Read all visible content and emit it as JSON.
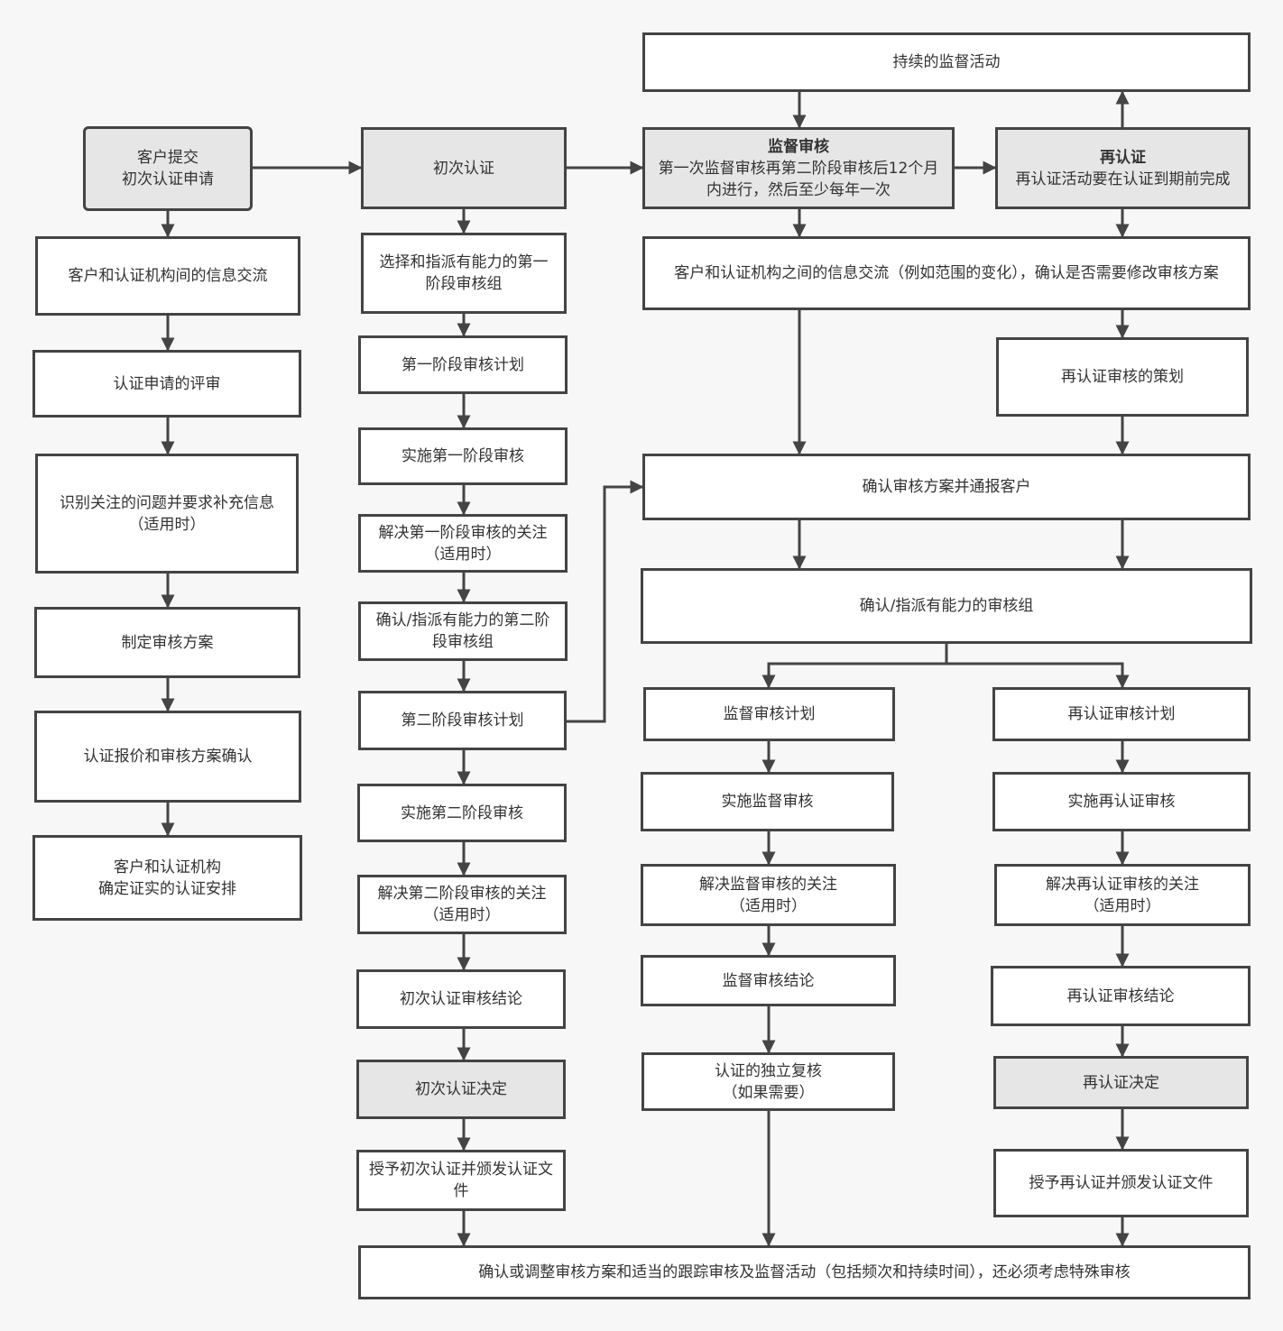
{
  "col1": {
    "n1_line1": "客户提交",
    "n1_line2": "初次认证申请",
    "n2": "客户和认证机构间的信息交流",
    "n3": "认证申请的评审",
    "n4": "识别关注的问题并要求补充信息（适用时）",
    "n5": "制定审核方案",
    "n6": "认证报价和审核方案确认",
    "n7_line1": "客户和认证机构",
    "n7_line2": "确定证实的认证安排"
  },
  "col2": {
    "n1": "初次认证",
    "n2": "选择和指派有能力的第一阶段审核组",
    "n3": "第一阶段审核计划",
    "n4": "实施第一阶段审核",
    "n5": "解决第一阶段审核的关注（适用时）",
    "n6": "确认/指派有能力的第二阶段审核组",
    "n7": "第二阶段审核计划",
    "n8": "实施第二阶段审核",
    "n9": "解决第二阶段审核的关注（适用时）",
    "n10": "初次认证审核结论",
    "n11": "初次认证决定",
    "n12": "授予初次认证并颁发认证文件"
  },
  "top": {
    "continuous": "持续的监督活动",
    "surveillance_title": "监督审核",
    "surveillance_desc": "第一次监督审核再第二阶段审核后12个月内进行，然后至少每年一次",
    "recert_title": "再认证",
    "recert_desc": "再认证活动要在认证到期前完成",
    "info_exchange": "客户和认证机构之间的信息交流（例如范围的变化），确认是否需要修改审核方案",
    "recert_planning": "再认证审核的策划",
    "confirm_program": "确认审核方案并通报客户",
    "confirm_team": "确认/指派有能力的审核组"
  },
  "col3": {
    "n1": "监督审核计划",
    "n2": "实施监督审核",
    "n3_line1": "解决监督审核的关注",
    "n3_line2": "（适用时）",
    "n4": "监督审核结论",
    "n5_line1": "认证的独立复核",
    "n5_line2": "（如果需要）"
  },
  "col4": {
    "n1": "再认证审核计划",
    "n2": "实施再认证审核",
    "n3_line1": "解决再认证审核的关注",
    "n3_line2": "（适用时）",
    "n4": "再认证审核结论",
    "n5": "再认证决定",
    "n6": "授予再认证并颁发认证文件"
  },
  "bottom": "确认或调整审核方案和适当的跟踪审核及监督活动（包括频次和持续时间），还必须考虑特殊审核",
  "colors": {
    "stroke": "#444444",
    "highlight": "#e6e6e6",
    "background": "#f7f7f7"
  }
}
